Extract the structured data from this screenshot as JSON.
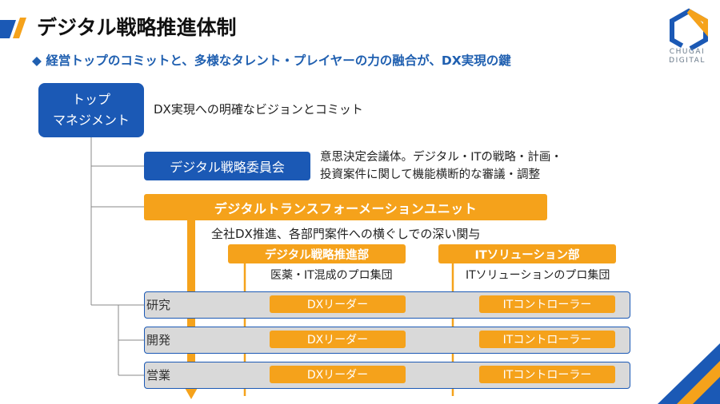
{
  "header": {
    "title": "デジタル戦略推進体制",
    "subtitle": "◆ 経営トップのコミットと、多様なタレント・プレイヤーの力の融合が、DX実現の鍵",
    "logo_text_line1": "CHUGAI",
    "logo_text_line2": "DIGITAL"
  },
  "org": {
    "top_management": {
      "line1": "トップ",
      "line2": "マネジメント",
      "desc": "DX実現への明確なビジョンとコミット"
    },
    "committee": {
      "label": "デジタル戦略委員会",
      "desc_line1": "意思決定会議体。デジタル・ITの戦略・計画・",
      "desc_line2": "投資案件に関して機能横断的な審議・調整"
    },
    "dx_unit": {
      "label": "デジタルトランスフォーメーションユニット",
      "desc": "全社DX推進、各部門案件への横ぐしでの深い関与"
    },
    "departments": [
      {
        "label": "デジタル戦略推進部",
        "desc": "医薬・IT混成のプロ集団"
      },
      {
        "label": "ITソリューション部",
        "desc": "ITソリューションのプロ集団"
      }
    ],
    "business_rows": [
      {
        "label": "研究",
        "left_role": "DXリーダー",
        "right_role": "ITコントローラー"
      },
      {
        "label": "開発",
        "left_role": "DXリーダー",
        "right_role": "ITコントローラー"
      },
      {
        "label": "営業",
        "left_role": "DXリーダー",
        "right_role": "ITコントローラー"
      }
    ]
  },
  "colors": {
    "blue": "#1b59b5",
    "orange": "#f5a21b",
    "row_gray": "#d9d9d9",
    "subtitle_blue": "#1f5fb0"
  }
}
